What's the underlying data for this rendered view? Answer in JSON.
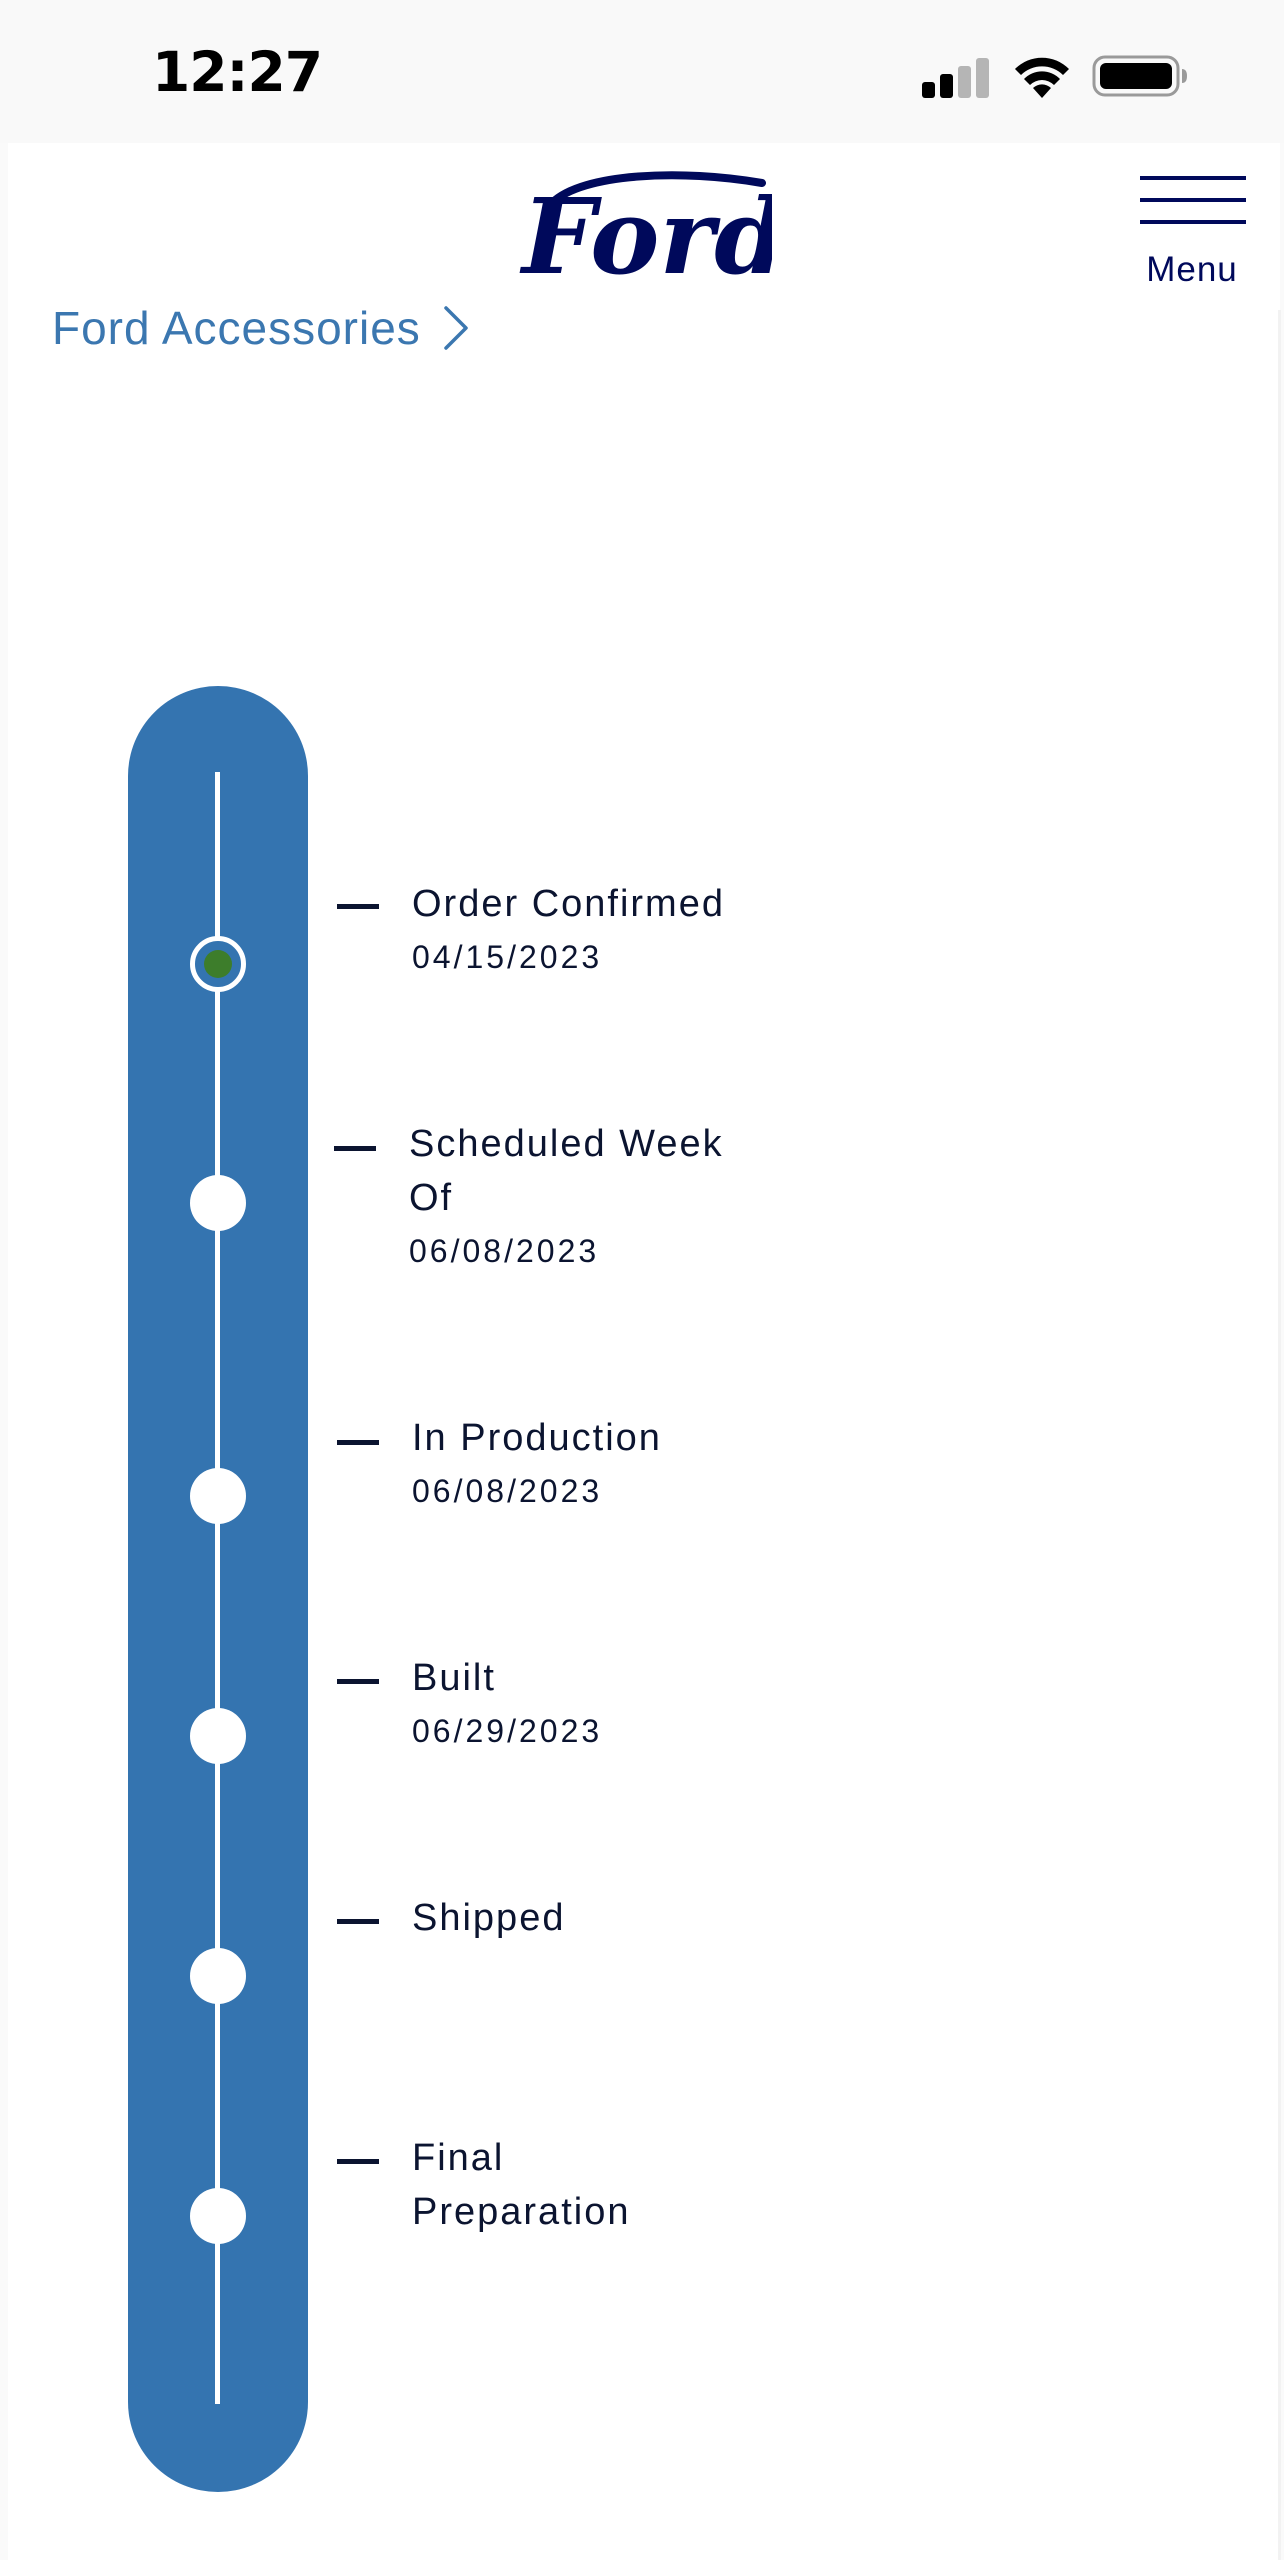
{
  "status_bar": {
    "time": "12:27",
    "icons": [
      "cellular-signal-icon",
      "wifi-icon",
      "battery-icon"
    ]
  },
  "header": {
    "logo": "Ford",
    "menu_label": "Menu"
  },
  "breadcrumb": {
    "label": "Ford Accessories"
  },
  "timeline": {
    "steps": [
      {
        "title": "Order Confirmed",
        "date": "04/15/2023",
        "state": "current"
      },
      {
        "title": "Scheduled Week Of",
        "date": "06/08/2023",
        "state": "pending"
      },
      {
        "title": "In Production",
        "date": "06/08/2023",
        "state": "pending"
      },
      {
        "title": "Built",
        "date": "06/29/2023",
        "state": "pending"
      },
      {
        "title": "Shipped",
        "date": "",
        "state": "pending"
      },
      {
        "title": "Final Preparation",
        "date": "",
        "state": "pending"
      }
    ]
  },
  "colors": {
    "ford_blue": "#00095b",
    "link_blue": "#3b77b0",
    "track_blue": "#3474b0",
    "status_green": "#3d7d2b",
    "text_dark": "#0b1430"
  }
}
